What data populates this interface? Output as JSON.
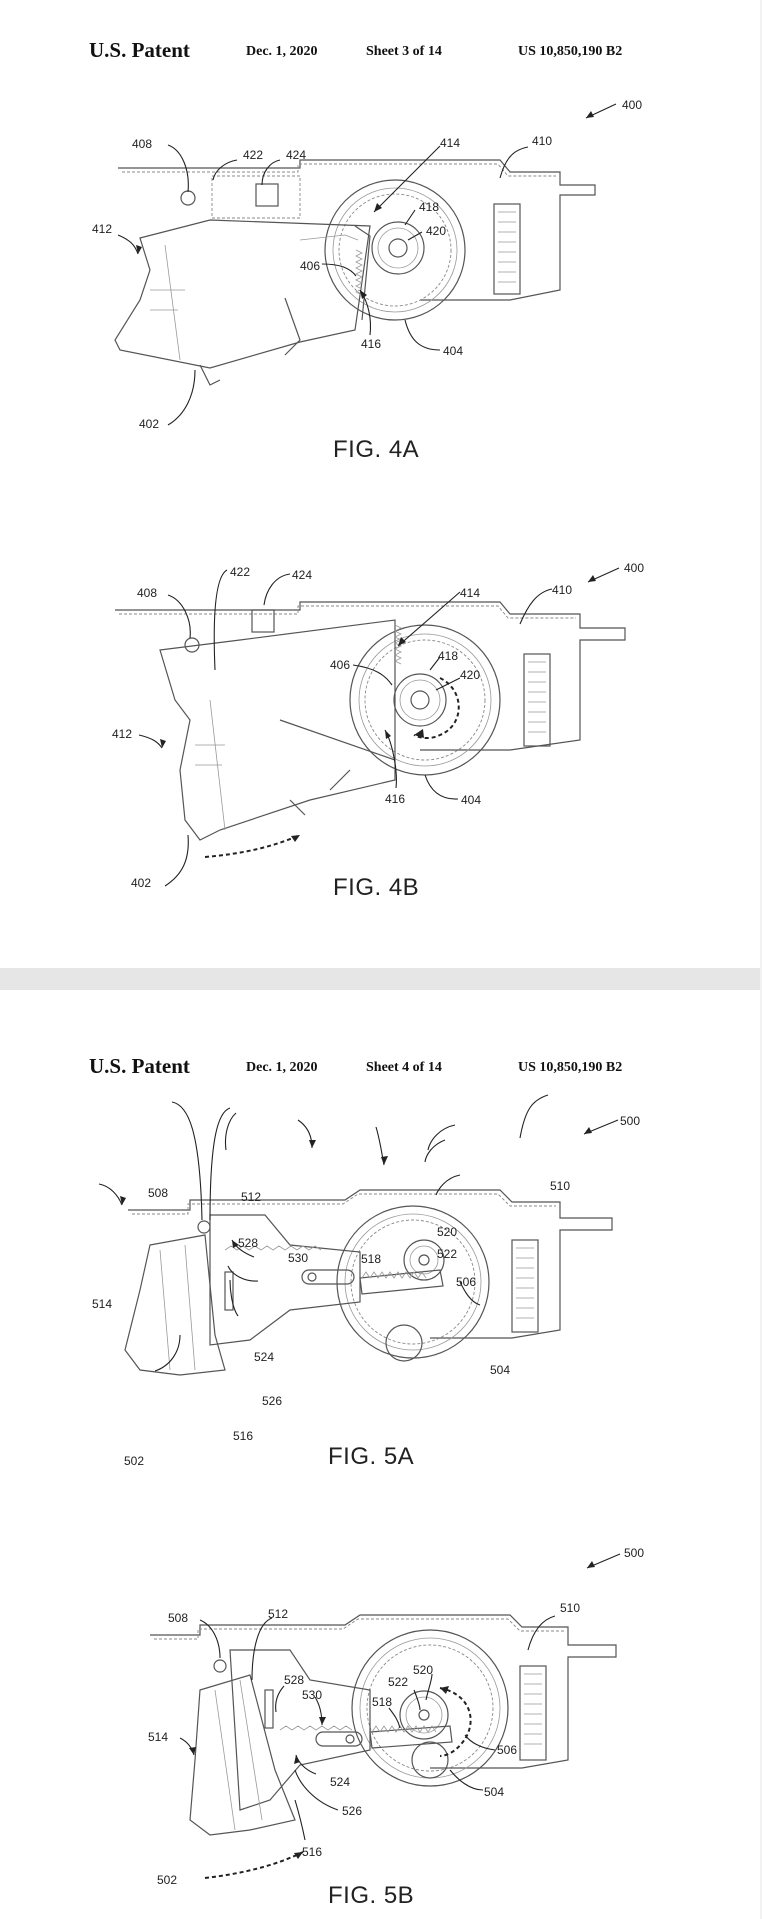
{
  "sheets": [
    {
      "title": "U.S. Patent",
      "date": "Dec. 1, 2020",
      "sheet": "Sheet 3 of 14",
      "number": "US 10,850,190 B2",
      "figures": [
        {
          "caption": "FIG. 4A",
          "labels": [
            "400",
            "408",
            "422",
            "424",
            "414",
            "410",
            "412",
            "418",
            "420",
            "406",
            "416",
            "404",
            "402"
          ]
        },
        {
          "caption": "FIG. 4B",
          "labels": [
            "400",
            "422",
            "424",
            "408",
            "414",
            "410",
            "418",
            "406",
            "420",
            "412",
            "416",
            "404",
            "402"
          ]
        }
      ]
    },
    {
      "title": "U.S. Patent",
      "date": "Dec. 1, 2020",
      "sheet": "Sheet 4 of 14",
      "number": "US 10,850,190 B2",
      "figures": [
        {
          "caption": "FIG. 5A",
          "labels": [
            "500",
            "508",
            "512",
            "510",
            "520",
            "528",
            "530",
            "518",
            "522",
            "514",
            "506",
            "524",
            "504",
            "526",
            "516",
            "502"
          ]
        },
        {
          "caption": "FIG. 5B",
          "labels": [
            "500",
            "508",
            "512",
            "510",
            "528",
            "520",
            "522",
            "530",
            "518",
            "514",
            "506",
            "524",
            "504",
            "526",
            "516",
            "502"
          ]
        }
      ]
    }
  ]
}
